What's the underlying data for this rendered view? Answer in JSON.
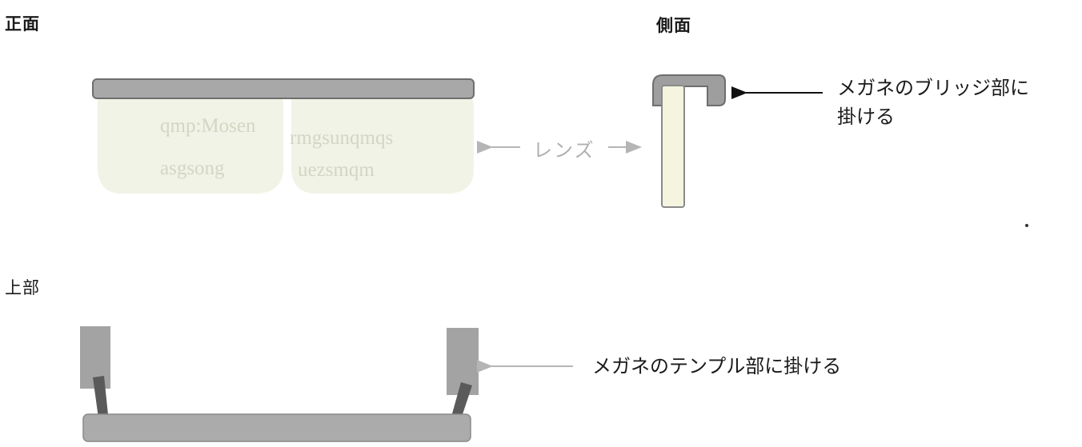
{
  "views": {
    "front": "正面",
    "side": "側面",
    "top": "上部"
  },
  "annotations": {
    "lens": "レンズ",
    "bridge_line1": "メガネのブリッジ部に",
    "bridge_line2": "掛ける",
    "temple": "メガネのテンプル部に掛ける"
  },
  "lens_print": {
    "left_line1": "qmp:Mosen",
    "left_line2": "asgsong",
    "right_line1": "rmgsunqmqs",
    "right_line2": "uezsmqm"
  },
  "colors": {
    "bar_fill": "#a8a8a8",
    "bar_stroke": "#6e6e6e",
    "lens_fill": "#f1f3e6",
    "side_clip_fill": "#9e9e9e",
    "side_lens_fill": "#f4f4df",
    "arrow_dark": "#111111",
    "arrow_light": "#b5b5b5"
  }
}
